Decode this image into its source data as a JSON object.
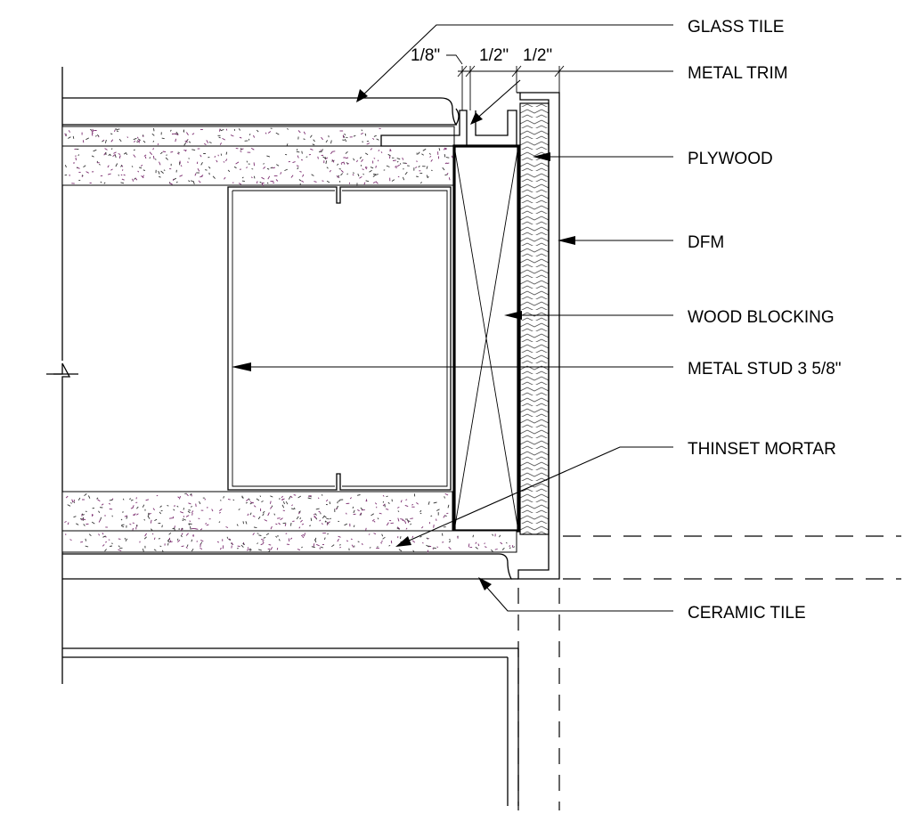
{
  "labels": {
    "glass_tile": "GLASS TILE",
    "metal_trim": "METAL TRIM",
    "plywood": "PLYWOOD",
    "dfm": "DFM",
    "wood_blocking": "WOOD BLOCKING",
    "metal_stud": "METAL STUD 3 5/8\"",
    "thinset_mortar": "THINSET MORTAR",
    "ceramic_tile": "CERAMIC TILE"
  },
  "dimensions": {
    "gap": "1/8\"",
    "trim_width": "1/2\"",
    "plywood_width": "1/2\""
  },
  "colors": {
    "line": "#000000",
    "speckle": "#7a2a6e",
    "background": "#ffffff"
  }
}
